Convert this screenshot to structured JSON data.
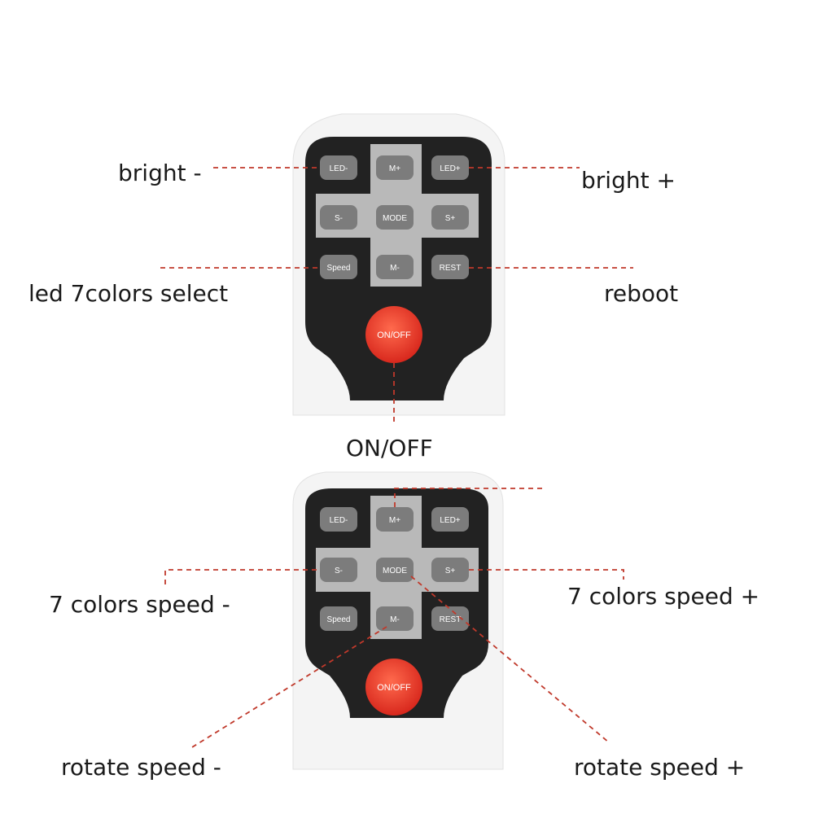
{
  "colors": {
    "remote_body": "#f4f4f4",
    "keypad_panel": "#222222",
    "cross_panel": "#b9b9b9",
    "button": "#7c7c7c",
    "power_button": "#e63b2e",
    "leader_line": "#c0392b",
    "text": "#1a1a1a"
  },
  "buttons": {
    "led_minus": "LED-",
    "m_plus": "M+",
    "led_plus": "LED+",
    "s_minus": "S-",
    "mode": "MODE",
    "s_plus": "S+",
    "speed": "Speed",
    "m_minus": "M-",
    "rest": "REST",
    "on_off": "ON/OFF"
  },
  "top_callouts": {
    "bright_minus": "bright -",
    "bright_plus": "bright +",
    "led_colors_select": "led 7colors select",
    "reboot": "reboot",
    "on_off": "ON/OFF"
  },
  "bottom_callouts": {
    "colors_speed_minus": "7 colors speed -",
    "colors_speed_plus": "7 colors speed +",
    "rotate_speed_minus": "rotate speed -",
    "rotate_speed_plus": "rotate speed +"
  }
}
